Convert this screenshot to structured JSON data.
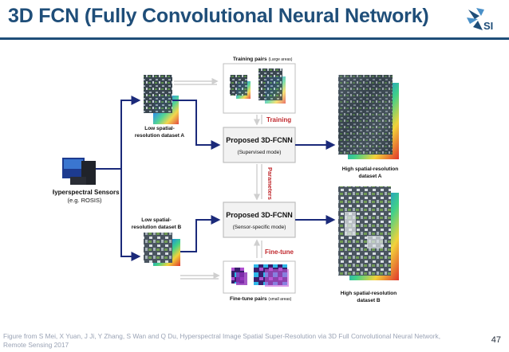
{
  "slide": {
    "title": "3D FCN (Fully Convolutional Neural Network)",
    "logo_text": "SI",
    "page_number": "47",
    "citation": "Figure from S Mei, X Yuan, J Ji, Y Zhang, S Wan and Q Du, Hyperspectral Image Spatial Super-Resolution via 3D Full Convolutional Neural Network, Remote Sensing 2017"
  },
  "diagram": {
    "sensor_label_1": "Hyperspectral Sensors",
    "sensor_label_2": "(e.g. ROSIS)",
    "low_a_1": "Low spatial-",
    "low_a_2": "resolution dataset A",
    "low_b_1": "Low spatial-",
    "low_b_2": "resolution dataset B",
    "training_pairs_title": "Training pairs",
    "training_pairs_note": "(Large areas)",
    "finetune_pairs_title": "Fine-tune pairs",
    "finetune_pairs_note": "(small areas)",
    "box1_title": "Proposed 3D-FCNN",
    "box1_sub": "(Supervised mode)",
    "box2_title": "Proposed 3D-FCNN",
    "box2_sub": "(Sensor-specific mode)",
    "training_label": "Training",
    "parameters_label": "Parameters",
    "finetune_label": "Fine-tune",
    "high_a_1": "High spatial-resolution",
    "high_a_2": "dataset A",
    "high_b_1": "High spatial-resolution",
    "high_b_2": "dataset B"
  },
  "colors": {
    "title": "#1f4e79",
    "arrow_navy": "#1b2a7a",
    "label_red": "#c0282d",
    "box_gray": "#bfbfbf"
  }
}
